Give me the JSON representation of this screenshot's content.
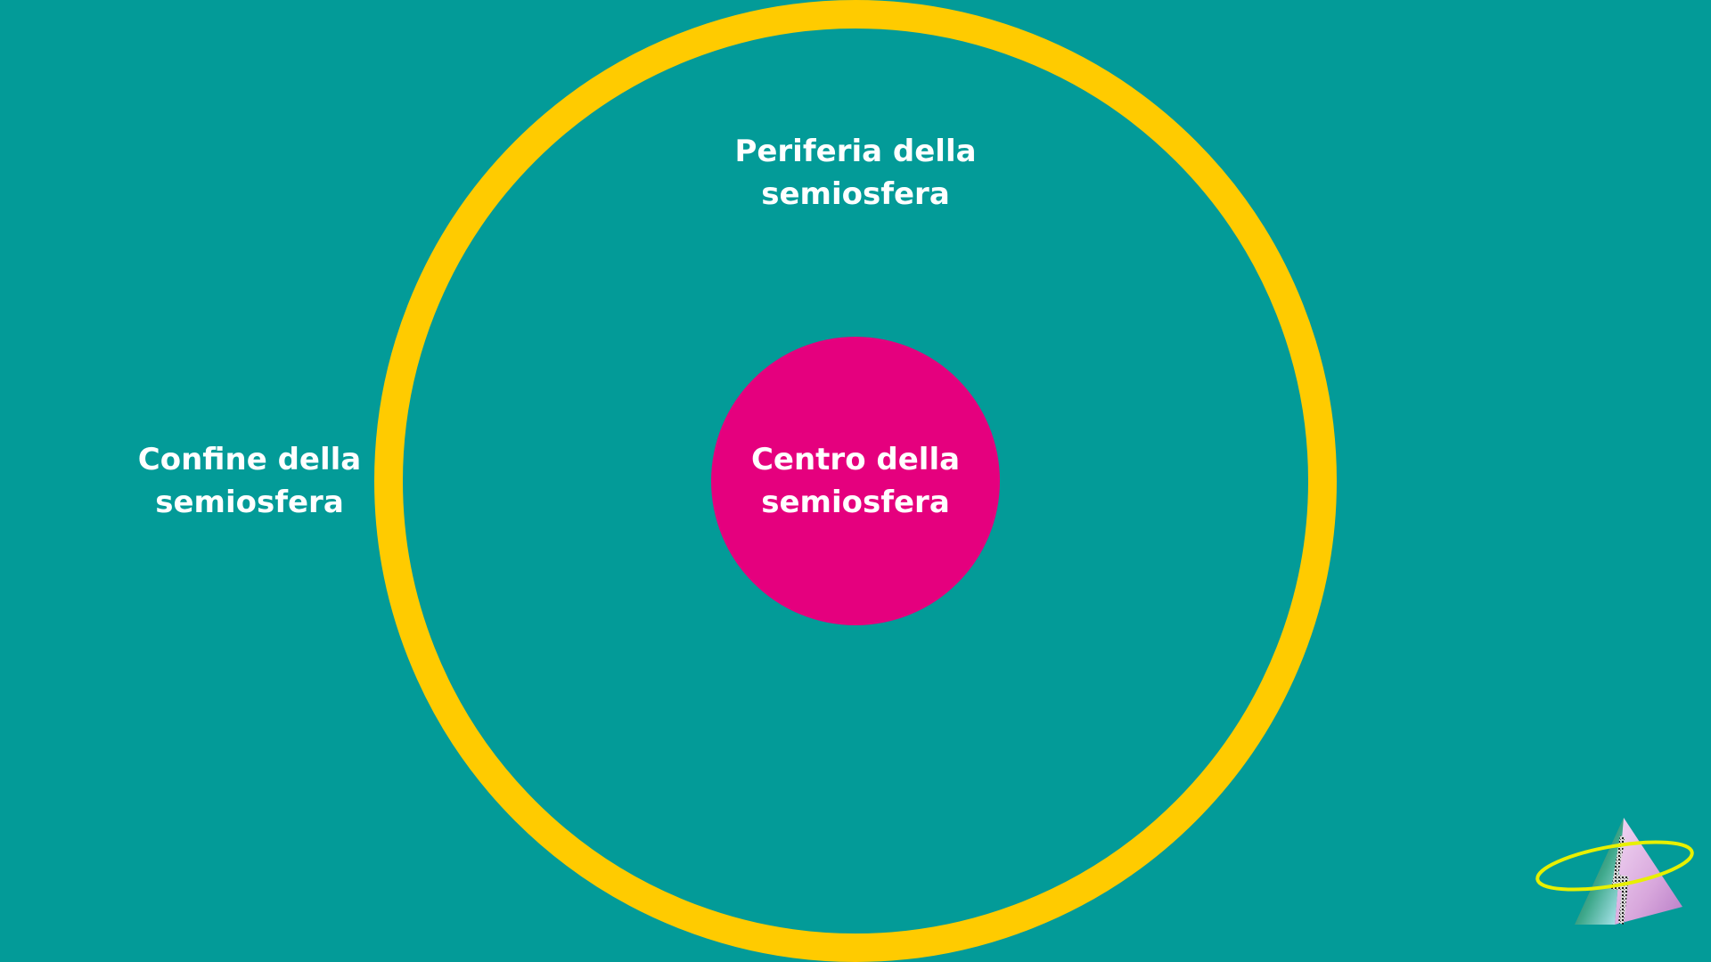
{
  "colors": {
    "background": "#039B98",
    "ring": "#FFCB00",
    "center": "#E5007E",
    "text": "#FFFFFF"
  },
  "labels": {
    "periphery": {
      "line1": "Periferia della",
      "line2": "semiosfera"
    },
    "center": {
      "line1": "Centro della",
      "line2": "semiosfera"
    },
    "border": {
      "line1": "Confine della",
      "line2": "semiosfera"
    }
  },
  "logo": {
    "icon": "prism-with-halo-icon"
  }
}
